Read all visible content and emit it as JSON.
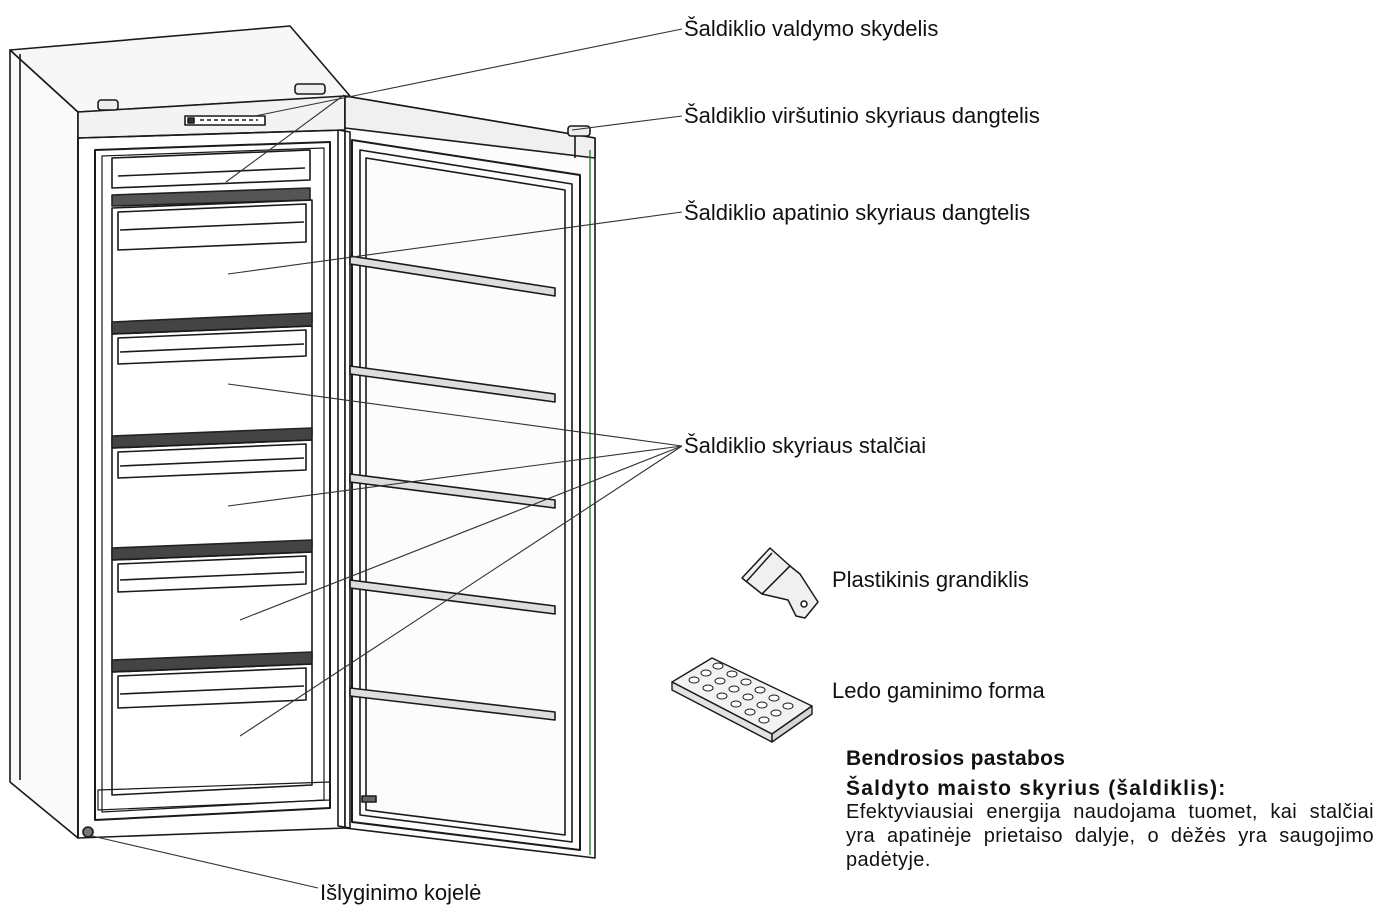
{
  "labels": {
    "control_panel": "Šaldiklio valdymo skydelis",
    "upper_lid": "Šaldiklio viršutinio skyriaus dangtelis",
    "lower_lid": "Šaldiklio apatinio skyriaus dangtelis",
    "drawers": "Šaldiklio skyriaus stalčiai",
    "scraper": "Plastikinis grandiklis",
    "ice_tray": "Ledo gaminimo forma",
    "leveling_foot": "Išlyginimo kojelė"
  },
  "notes": {
    "heading": "Bendrosios pastabos",
    "subheading": "Šaldyto maisto skyrius (šaldiklis):",
    "body": "Efektyviausiai energija naudojama tuomet, kai stalčiai yra apatinėje prietaiso dalyje, o dėžės yra saugojimo padėtyje."
  },
  "icons": [
    "freezer-diagram",
    "plastic-scraper-icon",
    "ice-tray-icon"
  ]
}
